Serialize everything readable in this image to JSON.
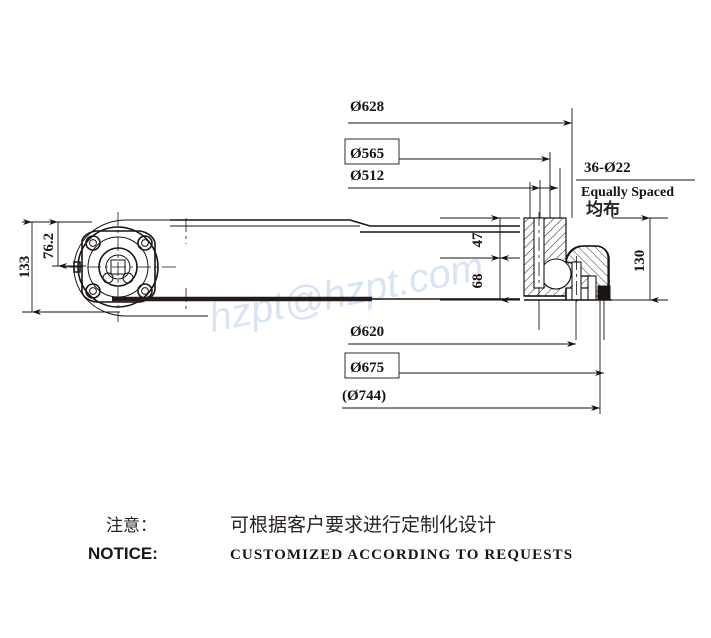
{
  "document": {
    "type": "engineering-drawing",
    "subject": "slewing-drive-arm-assembly-cross-section",
    "background_color": "#ffffff",
    "line_color": "#1a1413"
  },
  "watermark": {
    "text": "hzpt@hzpt.com",
    "color": "#d6e4f5"
  },
  "dimensions": {
    "top": [
      {
        "id": "d628",
        "label": "Ø628",
        "boxed": false
      },
      {
        "id": "d565",
        "label": "Ø565",
        "boxed": true
      },
      {
        "id": "d512",
        "label": "Ø512",
        "boxed": false
      }
    ],
    "bottom": [
      {
        "id": "d620",
        "label": "Ø620",
        "boxed": false
      },
      {
        "id": "d675",
        "label": "Ø675",
        "boxed": true
      },
      {
        "id": "d744",
        "label": "(Ø744)",
        "boxed": false
      }
    ],
    "left": [
      {
        "id": "h133",
        "label": "133"
      },
      {
        "id": "h76_2",
        "label": "76.2"
      }
    ],
    "center": [
      {
        "id": "v47",
        "label": "47"
      },
      {
        "id": "v68",
        "label": "68"
      }
    ],
    "right": [
      {
        "id": "h130",
        "label": "130"
      }
    ]
  },
  "callout": {
    "line1": "36-Ø22",
    "line2": "Equally Spaced",
    "line3": "均布"
  },
  "notice": {
    "label_cn": "注意：",
    "label_en": "NOTICE:",
    "text_cn": "可根据客户要求进行定制化设计",
    "text_en": "CUSTOMIZED ACCORDING TO REQUESTS"
  }
}
